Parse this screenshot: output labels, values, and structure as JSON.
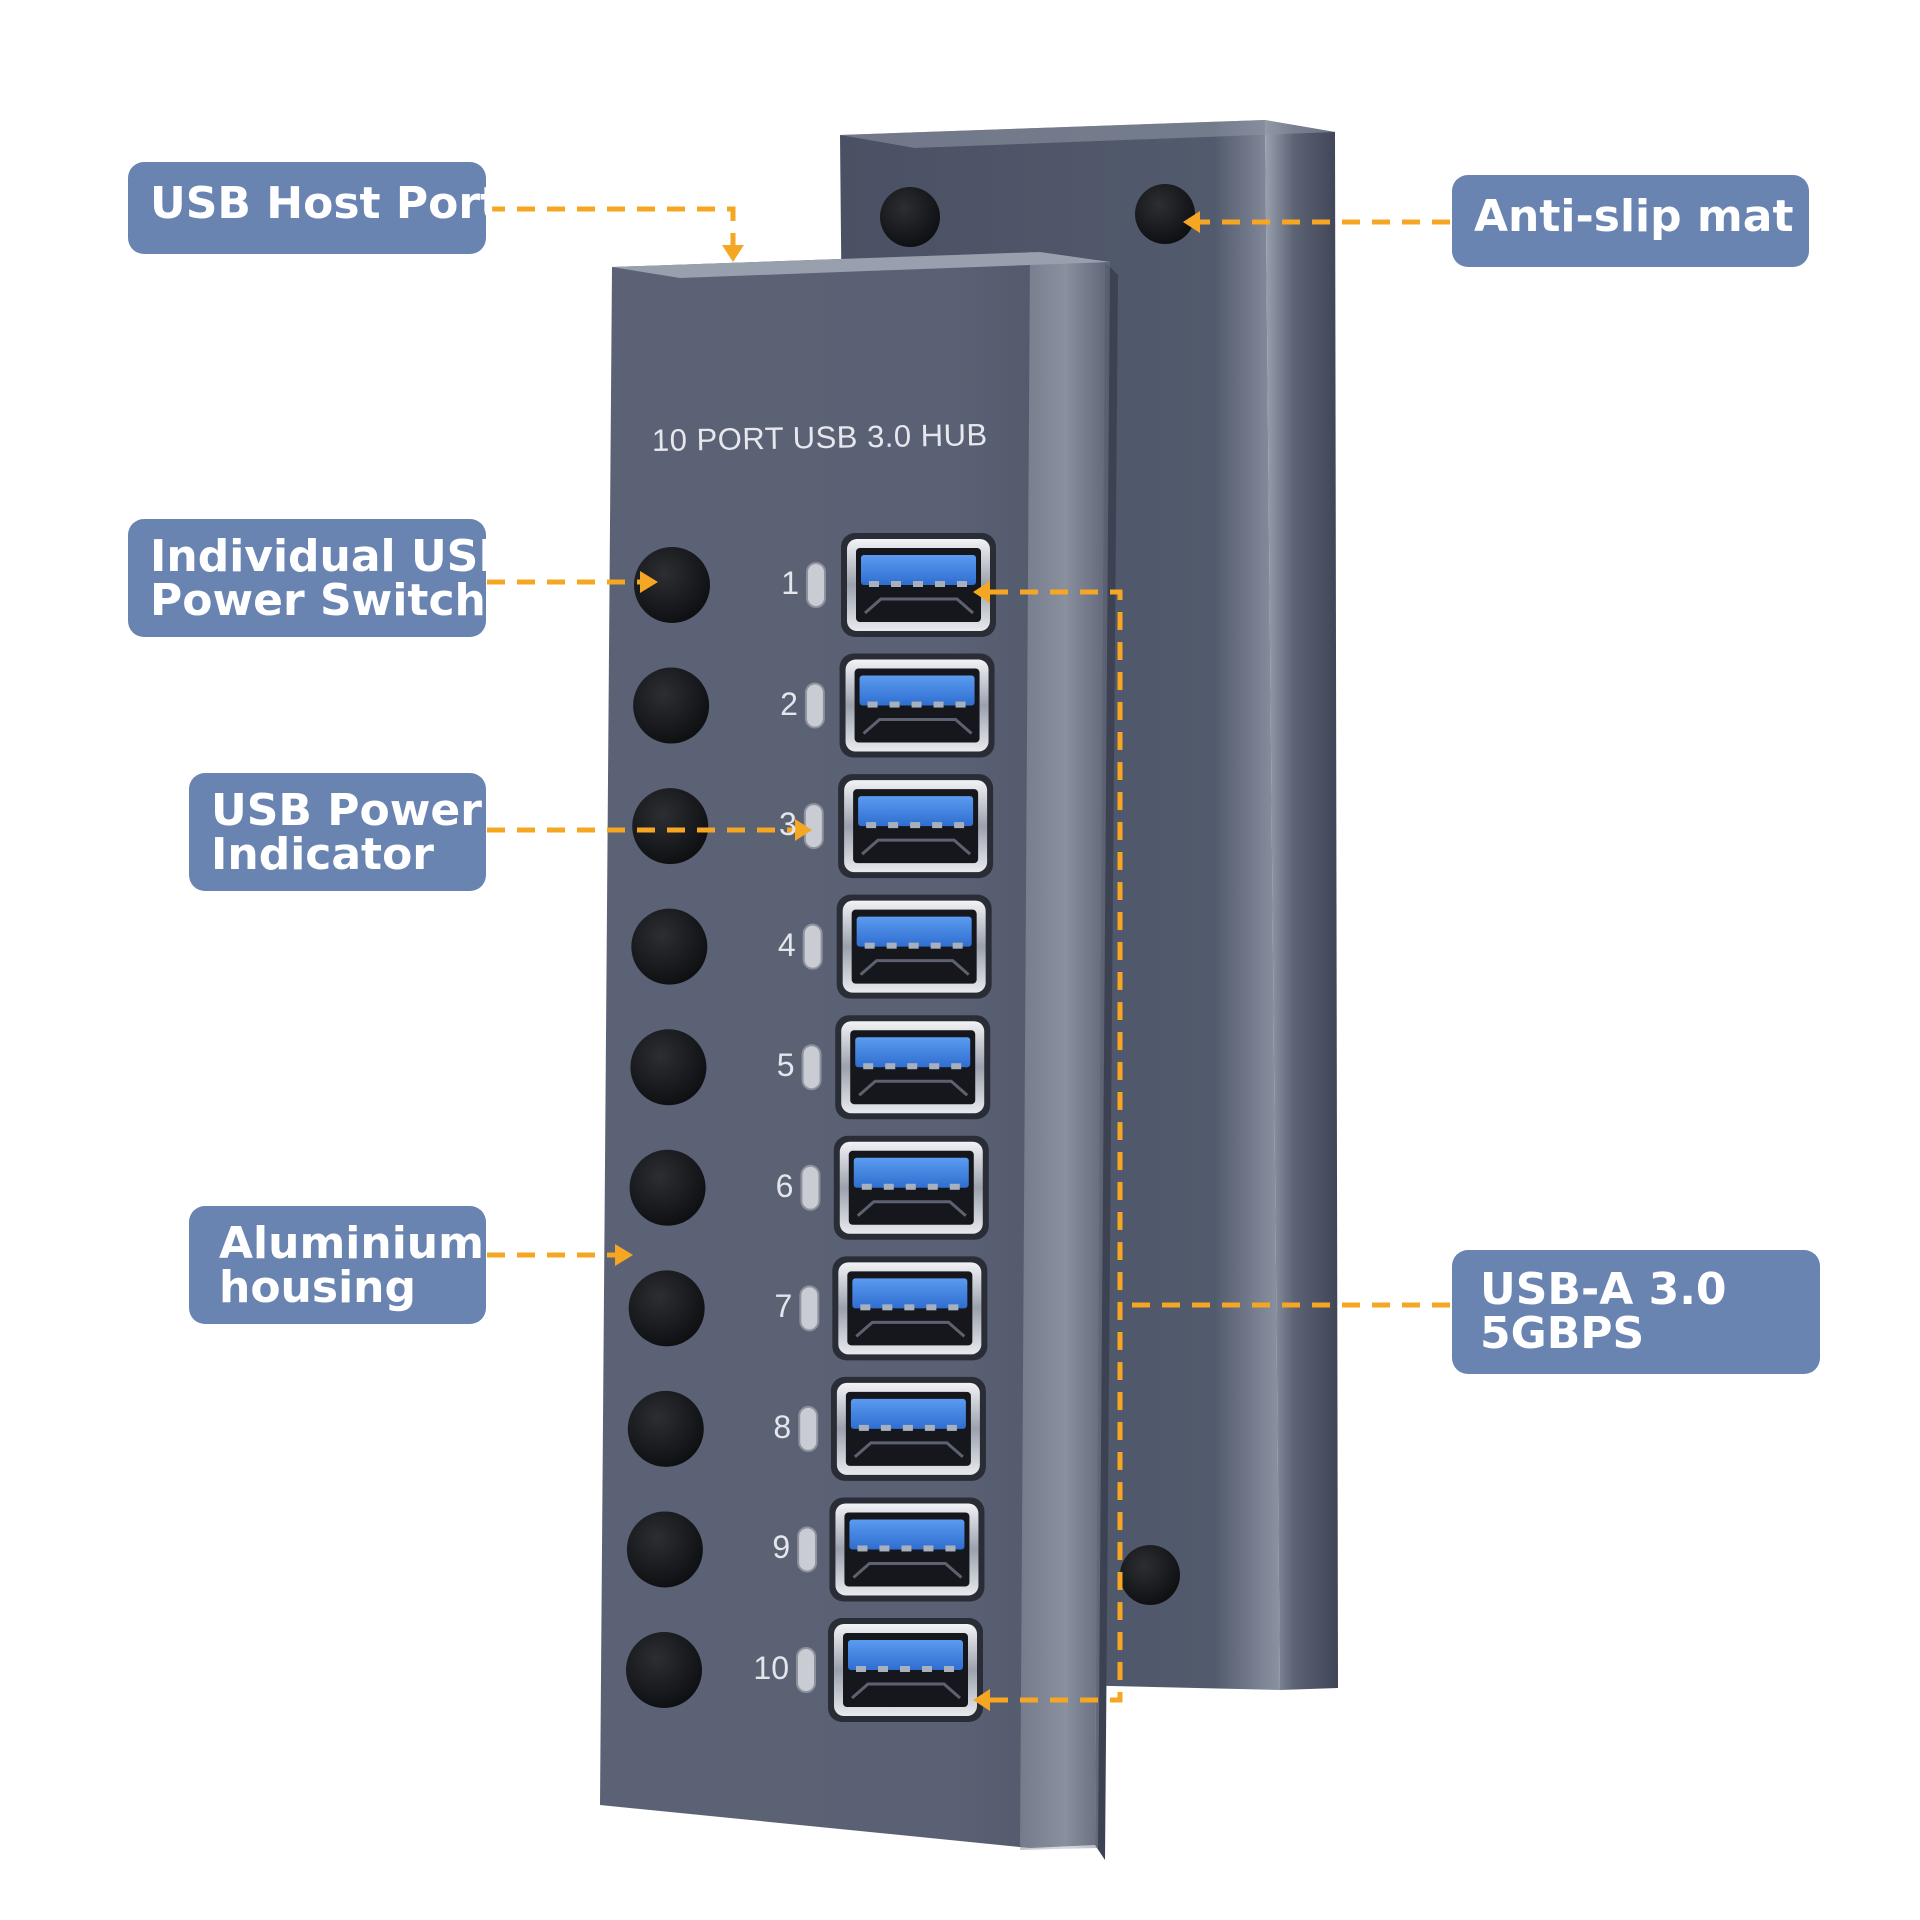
{
  "callouts": {
    "host_port": "USB Host Port",
    "anti_slip": "Anti-slip mat",
    "power_switch": [
      "Individual USB",
      "Power Switch"
    ],
    "power_indicator": [
      "USB Power",
      "Indicator"
    ],
    "housing": [
      "Aluminium",
      "housing"
    ],
    "usb_a": [
      "USB-A 3.0",
      "5GBPS"
    ]
  },
  "hub": {
    "label": "10 PORT USB 3.0 HUB",
    "ports": [
      "1",
      "2",
      "3",
      "4",
      "5",
      "6",
      "7",
      "8",
      "9",
      "10"
    ]
  },
  "colors": {
    "callout_bg": "#6a84b2",
    "arrow": "#f5a623",
    "housing": "#575e70",
    "usb_blue": "#3d7fe0"
  }
}
